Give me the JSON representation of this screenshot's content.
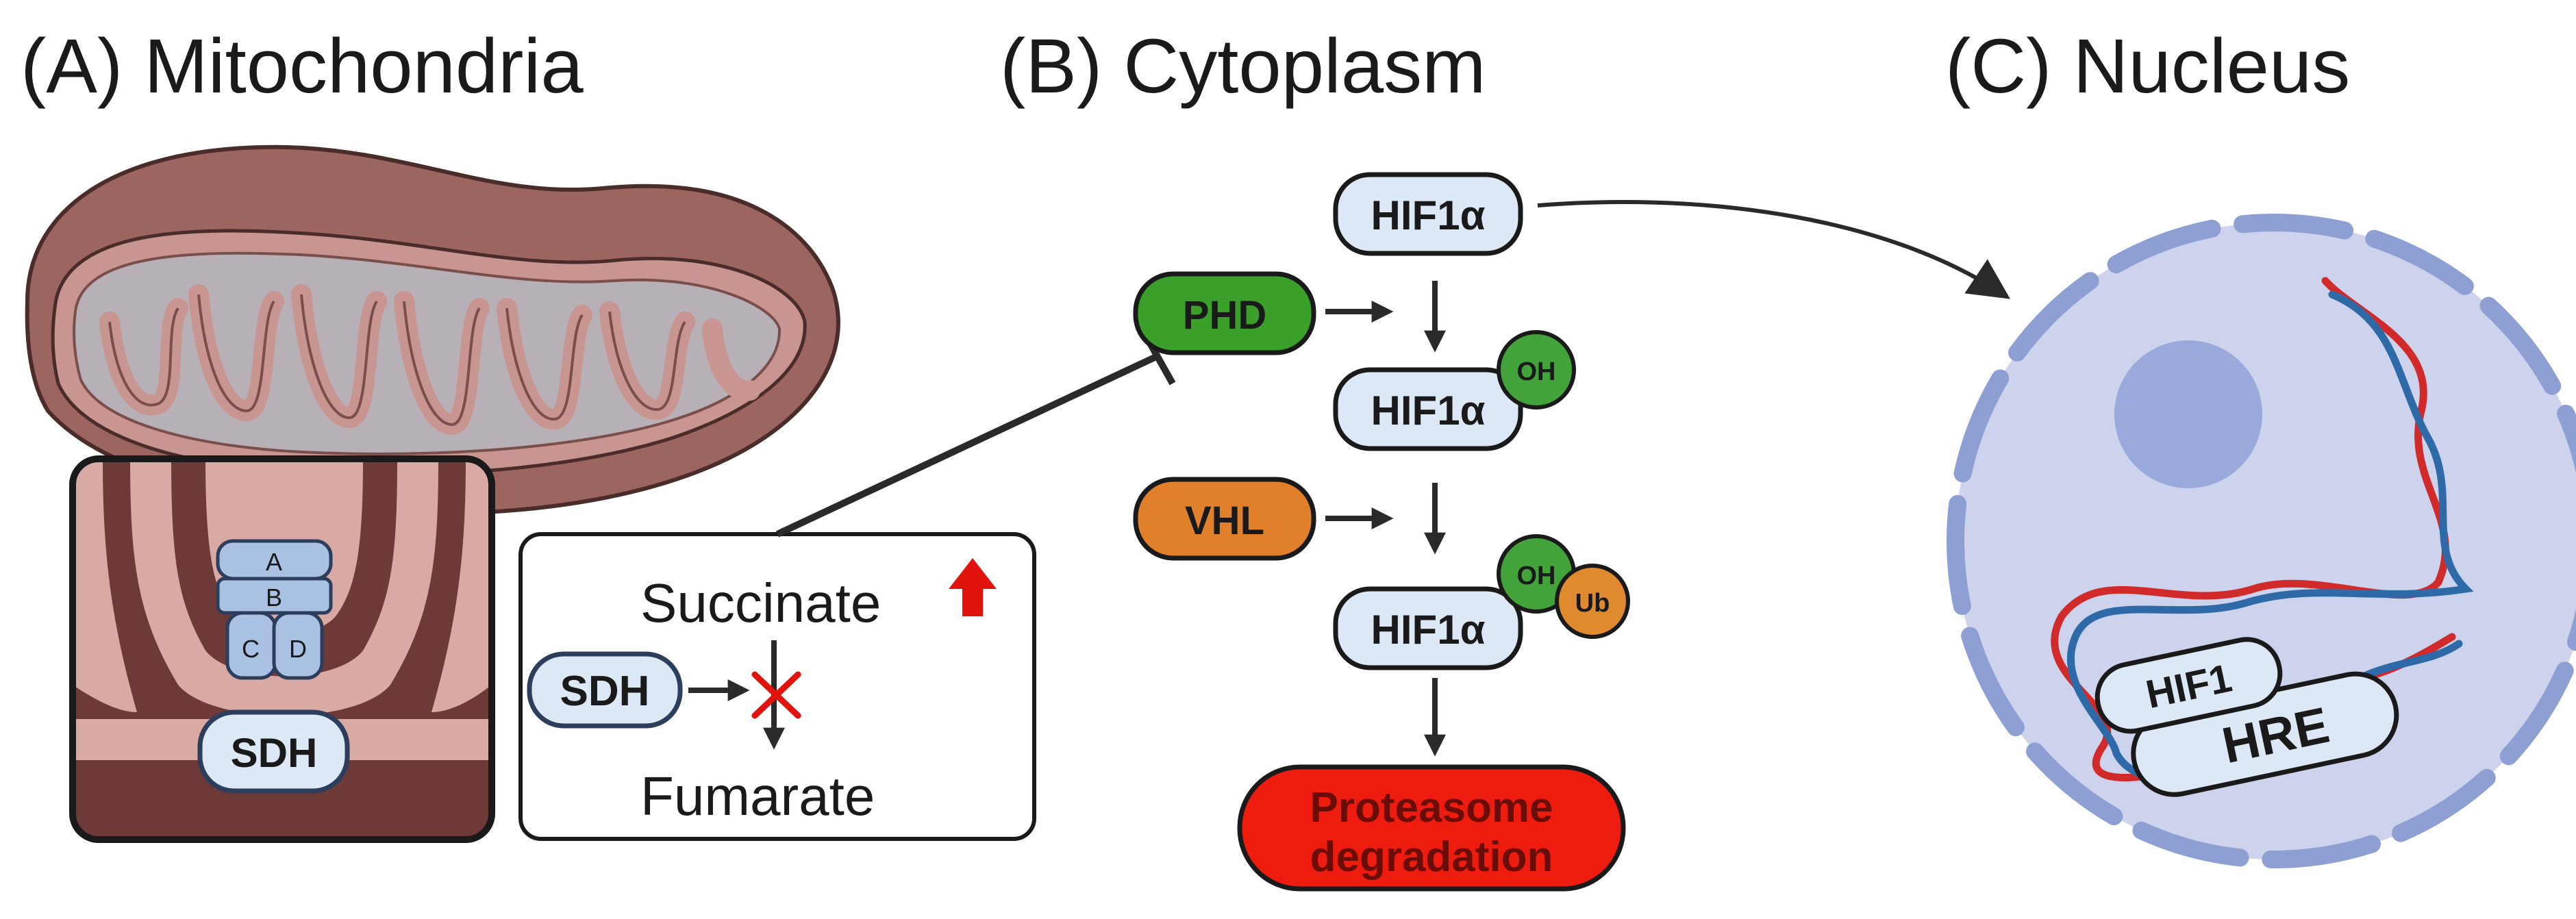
{
  "panels": {
    "a_title": "(A) Mitochondria",
    "b_title": "(B) Cytoplasm",
    "c_title": "(C) Nucleus"
  },
  "complex": {
    "sub_a": "A",
    "sub_b": "B",
    "sub_c": "C",
    "sub_d": "D",
    "label": "SDH"
  },
  "reaction": {
    "enzyme": "SDH",
    "substrate": "Succinate",
    "product": "Fumarate"
  },
  "pathway": {
    "hif_top": "HIF1α",
    "hif_mid": "HIF1α",
    "hif_low": "HIF1α",
    "phd": "PHD",
    "vhl": "VHL",
    "oh_1": "OH",
    "oh_2": "OH",
    "ub": "Ub",
    "degradation_line1": "Proteasome",
    "degradation_line2": "degradation"
  },
  "nucleus": {
    "hif1": "HIF1",
    "hre": "HRE"
  },
  "colors": {
    "mito_outer": "#9c6560",
    "mito_inner": "#c99590",
    "mito_matrix": "#b7b0b7",
    "complex_blue": "#a9c2e4",
    "box_light": "#dde8f6",
    "phd_green": "#3aa02a",
    "vhl_orange": "#e0802a",
    "ub_orange": "#e08a2f",
    "oh_green": "#43a33b",
    "degradation_red": "#ee1c0f",
    "degradation_text": "#6a0c07",
    "nucleus_fill": "#cdd3ec",
    "nuclear_membrane": "#8e9fd3",
    "nucleolus": "#9aa9db",
    "dna_red": "#d12a2a",
    "dna_blue": "#2e6aa8",
    "arrow": "#2a2a2a",
    "up_arrow": "#e0140c"
  }
}
